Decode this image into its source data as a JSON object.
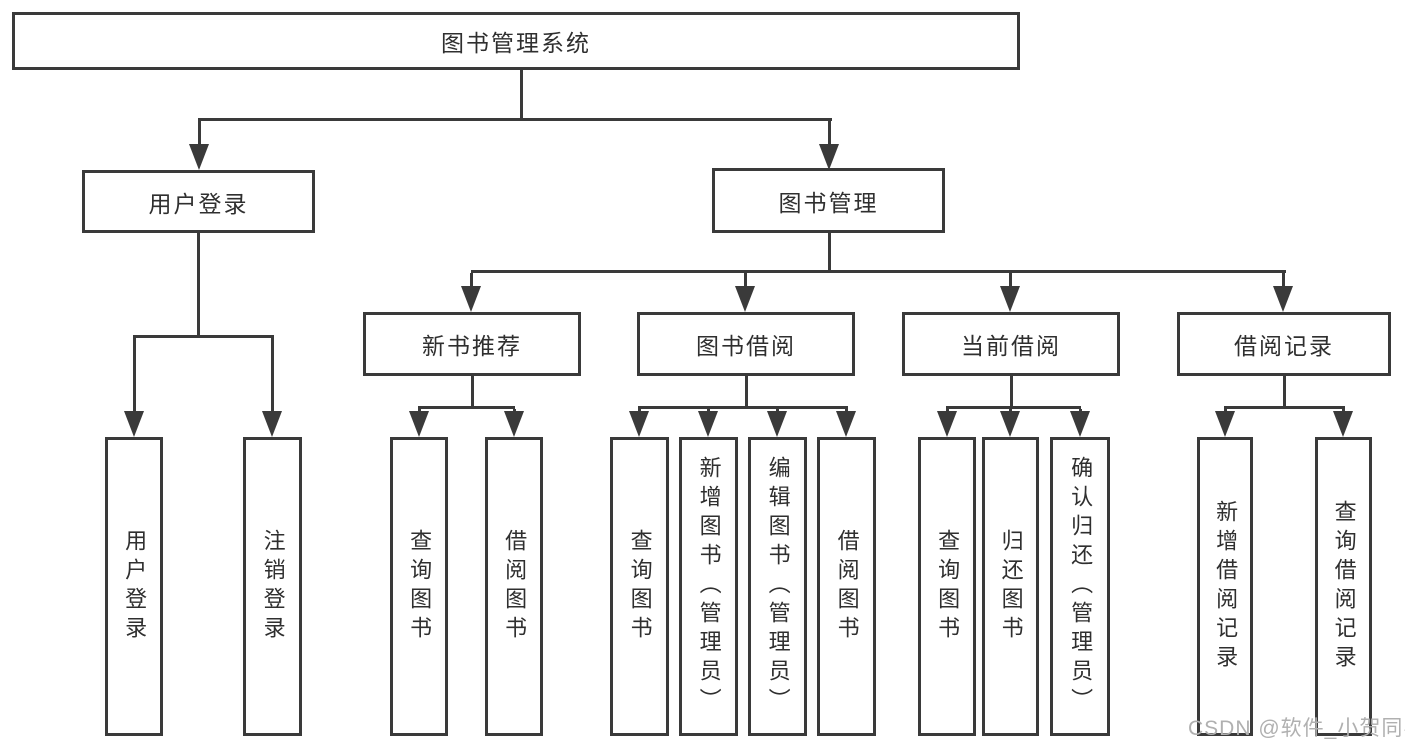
{
  "diagram": {
    "type": "hierarchy-tree",
    "root": {
      "label": "图书管理系统"
    },
    "level2": [
      {
        "label": "用户登录",
        "parent": "图书管理系统"
      },
      {
        "label": "图书管理",
        "parent": "图书管理系统"
      }
    ],
    "level3": [
      {
        "label": "新书推荐",
        "parent": "图书管理"
      },
      {
        "label": "图书借阅",
        "parent": "图书管理"
      },
      {
        "label": "当前借阅",
        "parent": "图书管理"
      },
      {
        "label": "借阅记录",
        "parent": "图书管理"
      }
    ],
    "leaves": [
      {
        "label": "用户登录",
        "parent": "用户登录"
      },
      {
        "label": "注销登录",
        "parent": "用户登录"
      },
      {
        "label": "查询图书",
        "parent": "新书推荐"
      },
      {
        "label": "借阅图书",
        "parent": "新书推荐"
      },
      {
        "label": "查询图书",
        "parent": "图书借阅"
      },
      {
        "label": "新增图书（管理员）",
        "parent": "图书借阅"
      },
      {
        "label": "编辑图书（管理员）",
        "parent": "图书借阅"
      },
      {
        "label": "借阅图书",
        "parent": "图书借阅"
      },
      {
        "label": "查询图书",
        "parent": "当前借阅"
      },
      {
        "label": "归还图书",
        "parent": "当前借阅"
      },
      {
        "label": "确认归还（管理员）",
        "parent": "当前借阅"
      },
      {
        "label": "新增借阅记录",
        "parent": "借阅记录"
      },
      {
        "label": "查询借阅记录",
        "parent": "借阅记录"
      }
    ]
  },
  "watermark": {
    "text": "CSDN @软件_小贺同学"
  },
  "colors": {
    "line": "#3a3a3a",
    "text": "#2f2f2f",
    "background": "#ffffff",
    "watermark": "#b0b0b0"
  }
}
